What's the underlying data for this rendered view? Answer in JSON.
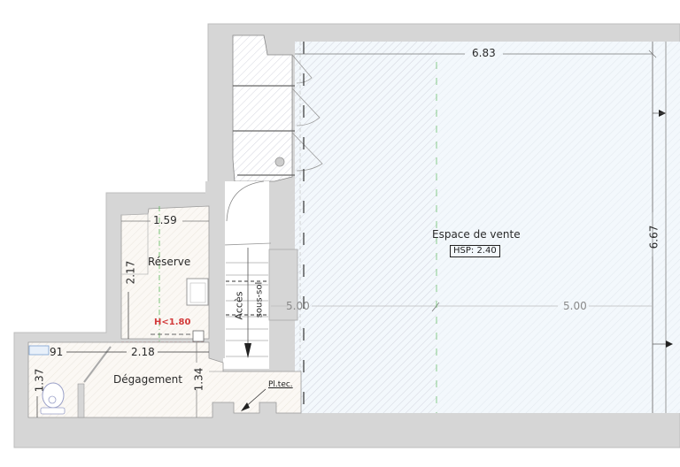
{
  "plan": {
    "colors": {
      "wall": "#d6d6d6",
      "wall_edge": "#9a9a9a",
      "hatch": "#c9cbd6",
      "sales_fill": "#f3f8fc",
      "service_fill": "#fbf8f4",
      "axis_green": "#5cb85c",
      "warning_red": "#d23a3a"
    },
    "rooms": {
      "sales": {
        "name": "Espace de vente",
        "hsp": "HSP: 2.40"
      },
      "reserve": {
        "name": "Réserve",
        "height_note": "H<1.80"
      },
      "corridor": {
        "name": "Dégagement"
      },
      "stairs": {
        "name": "Accès sous-sol",
        "line1": "Accès",
        "line2": "sous-sol"
      },
      "technical": {
        "name": "Pl.tec."
      }
    },
    "dimensions": {
      "sales_width_top": "6.83",
      "sales_depth_right": "6.67",
      "axis_left": "5.00",
      "axis_right": "5.00",
      "reserve_width": "1.59",
      "reserve_depth": "2.17",
      "corridor_length": "2.18",
      "wc_width": "91",
      "wc_depth": "1.37",
      "corridor_depth": "1.34"
    },
    "icons": [
      "toilet-icon",
      "washbasin-icon",
      "stair-arrow-icon",
      "column-icon",
      "entrance-arrow-icon"
    ]
  }
}
